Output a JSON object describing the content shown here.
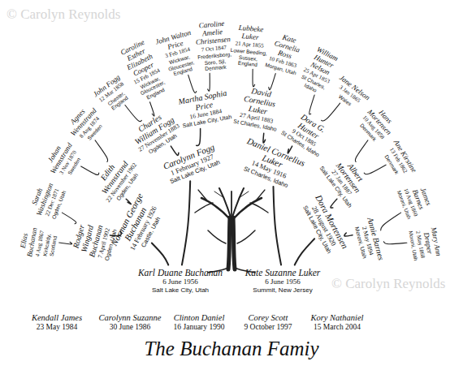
{
  "diagram": {
    "title": "The Buchanan Famiy",
    "nodes": [
      {
        "text": [
          "Karl Duane Buchanan",
          "6 June 1956",
          "Salt Lake City, Utah"
        ]
      },
      {
        "text": [
          "Kate Suzanne Luker",
          "6 June 1956",
          "Summit, New Jersey"
        ]
      },
      {
        "text": [
          "Norman George Buchanan",
          "14 February 1926",
          "Castle, Utah"
        ]
      },
      {
        "text": [
          "Carolynn Fogg",
          "1 February 1927",
          "Salt Lake City, Utah"
        ]
      },
      {
        "text": [
          "Daniel Cornelius Luker",
          "14 May 1916",
          "St Charles, Idaho"
        ]
      },
      {
        "text": [
          "Dora Mortensen",
          "28 August 1920",
          "Salt Lake City, Utah"
        ]
      },
      {
        "text": [
          "Rodger Wingard Buchanan",
          "7 April 1902",
          "Ogden, Utah"
        ]
      },
      {
        "text": [
          "Edith Wennstrand",
          "22 November 1902",
          "Ogden, Utah"
        ]
      },
      {
        "text": [
          "Charles William Fogg",
          "27 November 1883",
          "Ogden, Utah"
        ]
      },
      {
        "text": [
          "Martha Sophia Price",
          "16 June 1884",
          "Salt Lake City, Utah"
        ]
      },
      {
        "text": [
          "David Cornelius Luker",
          "27 April 1883",
          "St Charles, Idaho"
        ]
      },
      {
        "text": [
          "Dora G. Hunter",
          "9 Oct 1885",
          "St Charles, Idaho"
        ]
      },
      {
        "text": [
          "Albert Mortensen",
          "27 Jan 1887",
          "Salt Lake City, Utah"
        ]
      },
      {
        "text": [
          "Annie Barnes",
          "2 May 1894",
          "Moroni, Utah"
        ]
      },
      {
        "text": [
          "Elias Buchanan",
          "4 Aug 1867",
          "Kirkcaldy, Scotland"
        ]
      },
      {
        "text": [
          "Sarah Washington",
          "22 Dec 1871",
          "Ogden, Utah"
        ]
      },
      {
        "text": [
          "Johan Wennstrand",
          "3 Nov 1870",
          "Sweden"
        ]
      },
      {
        "text": [
          "Agnes Wennstrand",
          "8 Aug 1874",
          "Sweden"
        ]
      },
      {
        "text": [
          "John Fogg",
          "12 Mar 1858",
          "Chester, England"
        ]
      },
      {
        "text": [
          "Caroline Esther Elizabeth Cooper",
          "15 Feb 1854",
          "Wickwar, Gloucester, England"
        ]
      },
      {
        "text": [
          "John Walton Price",
          "3 Feb 1854",
          "Wickwar, Gloucester, England"
        ]
      },
      {
        "text": [
          "Caroline Amelie Christensen",
          "7 Oct 1847",
          "Frederiksborg, Soro, Sjl, Denmark"
        ]
      },
      {
        "text": [
          "Lubbeke Luker",
          "21 Apr 1855",
          "Lower Beeding, Sussex, England"
        ]
      },
      {
        "text": [
          "Kate Cornelia Ross",
          "10 Feb 1863",
          "Morgan, Utah"
        ]
      },
      {
        "text": [
          "William Hunter Nelson",
          "25 Apr 1853",
          "St Charles, Idaho"
        ]
      },
      {
        "text": [
          "Jane Nelson",
          "3 Jan 1865",
          "Wales"
        ]
      },
      {
        "text": [
          "Hans Mortensen",
          "10 Aug 1858",
          "Denmark"
        ]
      },
      {
        "text": [
          "Ane Kirstine",
          "13 Feb 1862",
          "Denmark"
        ]
      },
      {
        "text": [
          "James Barnes",
          "10 Aug 1860",
          "Moroni, Utah"
        ]
      },
      {
        "text": [
          "Mary Ann Draper",
          "2 May 1868",
          "Moroni, Utah"
        ]
      },
      {
        "text": [
          "Kendall James",
          "23 May 1984"
        ]
      },
      {
        "text": [
          "Carolynn Suzanne",
          "30 June 1986"
        ]
      },
      {
        "text": [
          "Clinton Daniel",
          "16 January 1990"
        ]
      },
      {
        "text": [
          "Corey Scott",
          "9 October 1997"
        ]
      },
      {
        "text": [
          "Kory Nathaniel",
          "15 March 2004"
        ]
      }
    ],
    "edges": [
      {
        "from": 0,
        "to": 2,
        "arrow": "none"
      },
      {
        "from": 0,
        "to": 3,
        "arrow": "none"
      },
      {
        "from": 1,
        "to": 4,
        "arrow": "none"
      },
      {
        "from": 1,
        "to": 5,
        "arrow": "none"
      },
      {
        "from": 2,
        "to": 6,
        "arrow": "none"
      },
      {
        "from": 2,
        "to": 7,
        "arrow": "none"
      },
      {
        "from": 3,
        "to": 8,
        "arrow": "none"
      },
      {
        "from": 3,
        "to": 9,
        "arrow": "none"
      },
      {
        "from": 4,
        "to": 10,
        "arrow": "none"
      },
      {
        "from": 4,
        "to": 11,
        "arrow": "none"
      },
      {
        "from": 5,
        "to": 12,
        "arrow": "none"
      },
      {
        "from": 5,
        "to": 13,
        "arrow": "none"
      },
      {
        "from": 6,
        "to": 14,
        "arrow": "none"
      },
      {
        "from": 6,
        "to": 15,
        "arrow": "none"
      },
      {
        "from": 7,
        "to": 16,
        "arrow": "none"
      },
      {
        "from": 7,
        "to": 17,
        "arrow": "none"
      },
      {
        "from": 8,
        "to": 18,
        "arrow": "none"
      },
      {
        "from": 8,
        "to": 19,
        "arrow": "none"
      },
      {
        "from": 9,
        "to": 20,
        "arrow": "none"
      },
      {
        "from": 9,
        "to": 21,
        "arrow": "none"
      },
      {
        "from": 10,
        "to": 22,
        "arrow": "none"
      },
      {
        "from": 10,
        "to": 23,
        "arrow": "none"
      },
      {
        "from": 11,
        "to": 24,
        "arrow": "none"
      },
      {
        "from": 11,
        "to": 25,
        "arrow": "none"
      },
      {
        "from": 12,
        "to": 26,
        "arrow": "none"
      },
      {
        "from": 12,
        "to": 27,
        "arrow": "none"
      },
      {
        "from": 13,
        "to": 28,
        "arrow": "none"
      },
      {
        "from": 13,
        "to": 29,
        "arrow": "none"
      }
    ],
    "labels": [
      "© Carolyn Reynolds",
      "© Carolyn Reynolds"
    ]
  }
}
